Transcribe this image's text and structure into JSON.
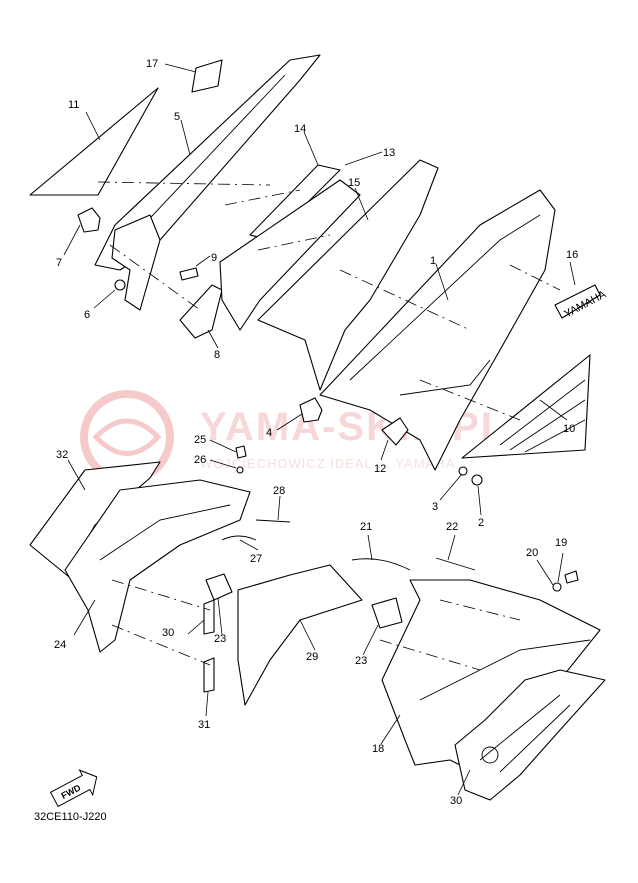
{
  "diagram_code": "32CE110-J220",
  "fwd_label": "FWD",
  "watermark": {
    "main": "YAMA-SK… PL",
    "sub": "WOJCIECHOWICZ IDEAL … YAMAHA"
  },
  "decal_16_text": "YAMAHA",
  "callouts": [
    "1",
    "2",
    "3",
    "4",
    "5",
    "6",
    "7",
    "8",
    "9",
    "10",
    "11",
    "12",
    "13",
    "14",
    "15",
    "16",
    "17",
    "18",
    "19",
    "20",
    "21",
    "22",
    "23",
    "23",
    "24",
    "25",
    "26",
    "27",
    "28",
    "29",
    "30",
    "30",
    "31",
    "32"
  ]
}
